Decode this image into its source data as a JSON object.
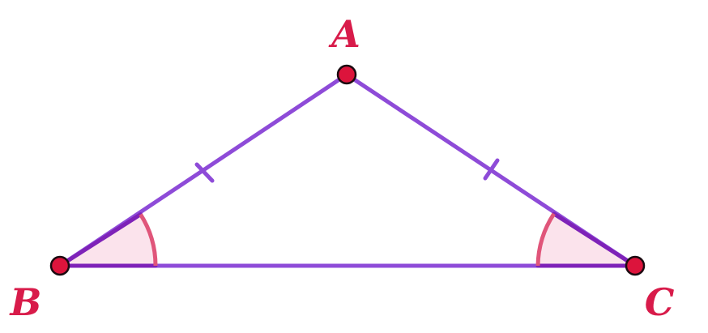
{
  "triangle": {
    "vertices": [
      {
        "id": "A",
        "label": "A"
      },
      {
        "id": "B",
        "label": "B"
      },
      {
        "id": "C",
        "label": "C"
      }
    ],
    "equal_sides": [
      "AB",
      "AC"
    ],
    "equal_angles": [
      "B",
      "C"
    ]
  },
  "colors": {
    "side": "#8e4bd8",
    "base_highlight": "#7e22b8",
    "angle_arc": "#e0557a",
    "angle_fill": "#fbe3ec",
    "vertex_fill": "#dc143c",
    "vertex_stroke": "#1a0a10",
    "label": "#d81b4a"
  }
}
